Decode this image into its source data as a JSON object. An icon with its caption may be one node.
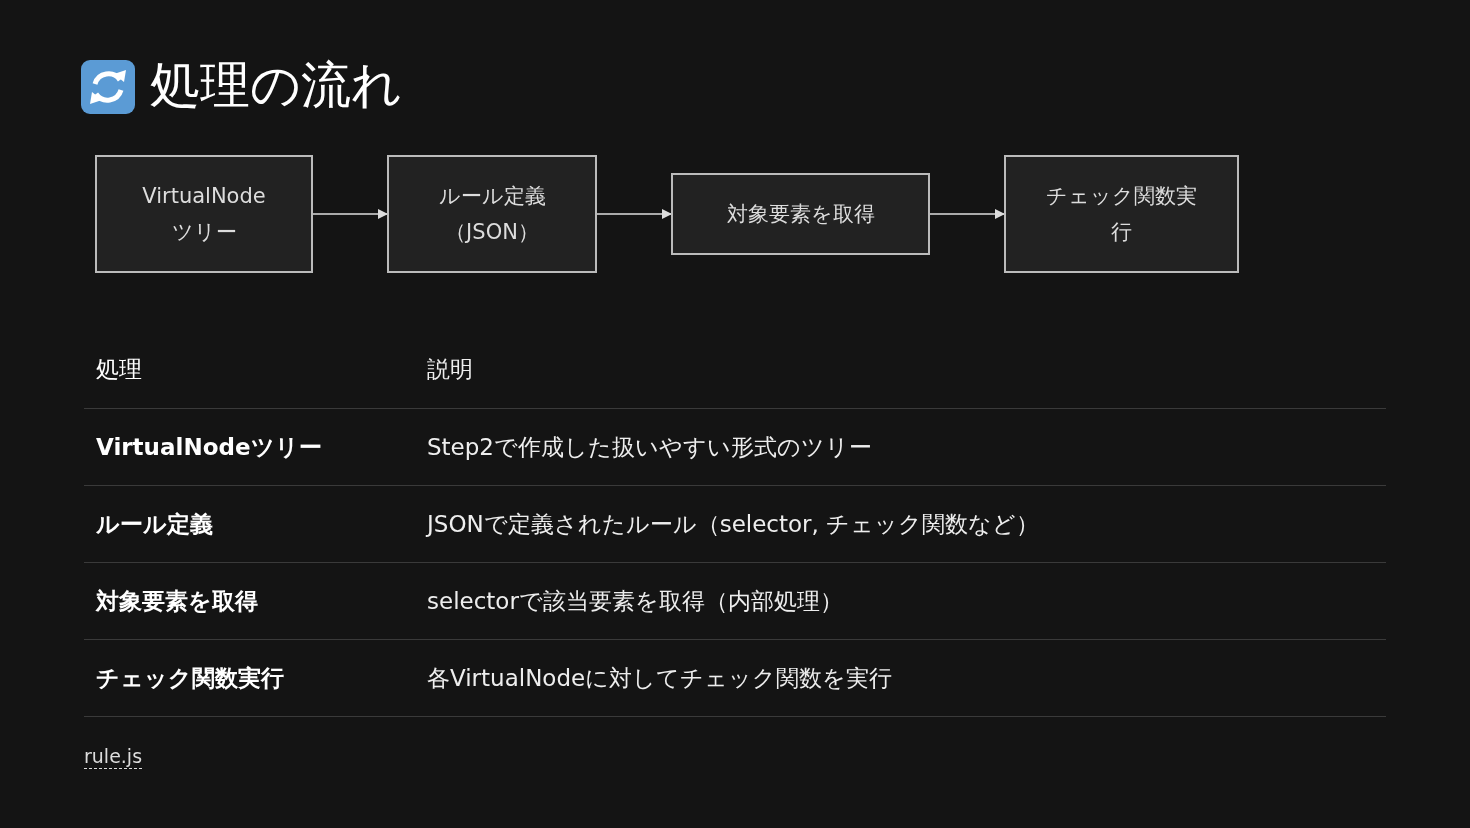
{
  "diagram": {
    "title": "処理の流れ",
    "nodes": [
      {
        "text": [
          "VirtualNodeツリー"
        ]
      },
      {
        "text": [
          "ルール定義（JSON）"
        ]
      },
      {
        "text": [
          "対象要素を取得"
        ]
      },
      {
        "text": [
          "チェック関数実行"
        ]
      }
    ],
    "edges": [
      {
        "from": 0,
        "to": 1,
        "arrow": "to"
      },
      {
        "from": 1,
        "to": 2,
        "arrow": "to"
      },
      {
        "from": 2,
        "to": 3,
        "arrow": "to"
      }
    ],
    "labels": [
      "処理",
      "説明",
      "VirtualNodeツリー",
      "Step2で作成した扱いやすい形式のツリー",
      "ルール定義",
      "JSONで定義されたルール（selector, チェック関数など）",
      "対象要素を取得",
      "selectorで該当要素を取得（内部処理）",
      "チェック関数実行",
      "各VirtualNodeに対してチェック関数を実行",
      "rule.js"
    ]
  }
}
